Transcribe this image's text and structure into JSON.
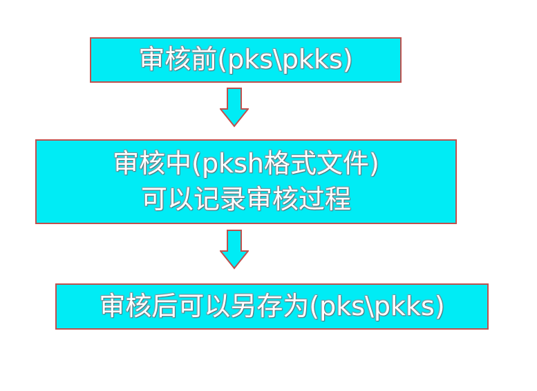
{
  "flowchart": {
    "steps": [
      {
        "line1": "审核前(pks\\pkks)"
      },
      {
        "line1": "审核中(pksh格式文件)",
        "line2": "可以记录审核过程"
      },
      {
        "line1": "审核后可以另存为(pks\\pkks)"
      }
    ],
    "colors": {
      "box_fill": "#00ecf5",
      "box_border": "#c0504d",
      "arrow_fill": "#00ecf5",
      "arrow_border": "#c0504d",
      "text": "#ffffff"
    },
    "connectors": [
      "down-arrow-icon",
      "down-arrow-icon"
    ]
  }
}
